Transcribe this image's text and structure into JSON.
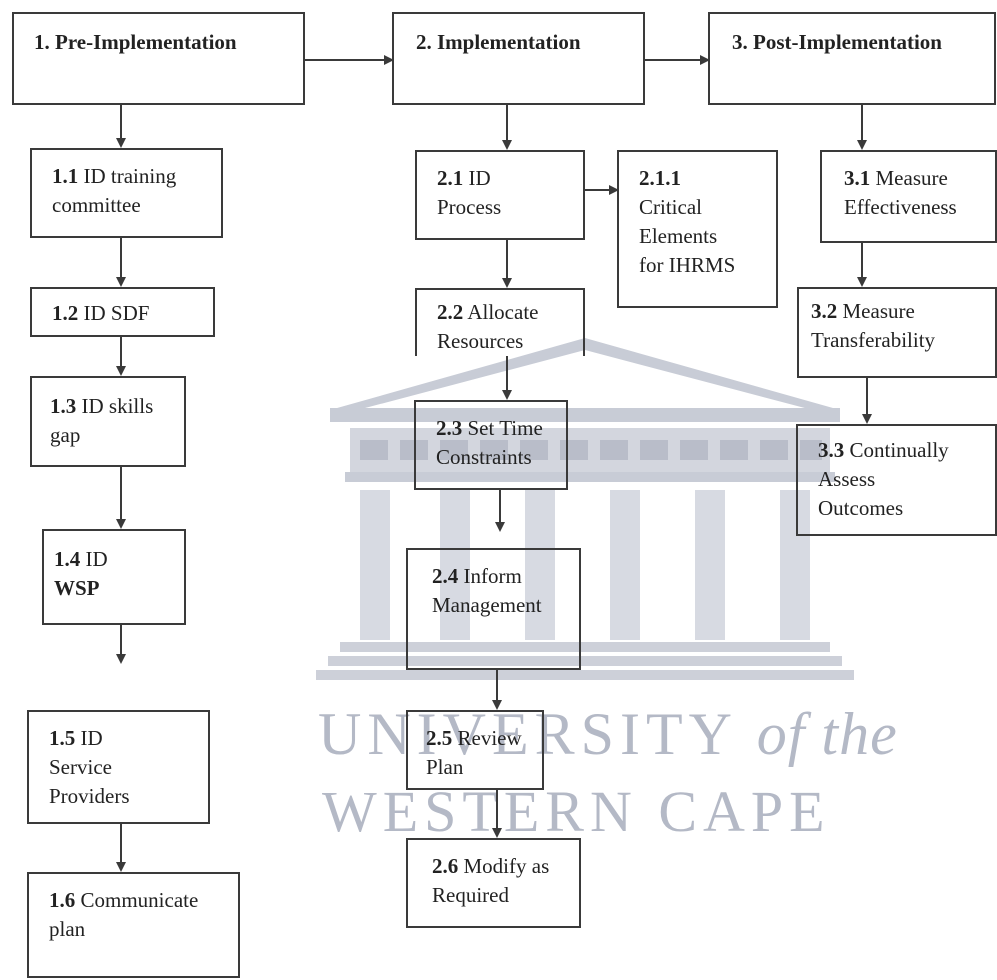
{
  "watermark": {
    "line1": "UNIVERSITY",
    "line1_suffix": "of the",
    "line2": "WESTERN CAPE",
    "color": "#b4b9c6"
  },
  "stages": [
    {
      "num": "1.",
      "label": "Pre-Implementation"
    },
    {
      "num": "2.",
      "label": "Implementation"
    },
    {
      "num": "3.",
      "label": "Post-Implementation"
    }
  ],
  "steps": {
    "s1_1": {
      "num": "1.1",
      "text": "ID training",
      "text2": "committee"
    },
    "s1_2": {
      "num": "1.2",
      "text": "ID SDF"
    },
    "s1_3": {
      "num": "1.3",
      "text": "ID skills",
      "text2": "gap"
    },
    "s1_4": {
      "num": "1.4",
      "text": "ID",
      "text2": "WSP"
    },
    "s1_5": {
      "num": "1.5",
      "text": "ID",
      "text2": "Service",
      "text3": "Providers"
    },
    "s1_6": {
      "num": "1.6",
      "text": "Communicate",
      "text2": "plan"
    },
    "s2_1": {
      "num": "2.1",
      "text": "ID",
      "text2": "Process"
    },
    "s2_1_1": {
      "num": "2.1.1",
      "text": "Critical",
      "text2": "Elements",
      "text3": "for IHRMS"
    },
    "s2_2": {
      "num": "2.2",
      "text": "Allocate",
      "text2": "Resources"
    },
    "s2_3": {
      "num": "2.3",
      "text": "Set Time",
      "text2": "Constraints"
    },
    "s2_4": {
      "num": "2.4",
      "text": "Inform",
      "text2": "Management"
    },
    "s2_5": {
      "num": "2.5",
      "text": "Review",
      "text2": "Plan"
    },
    "s2_6": {
      "num": "2.6",
      "text": "Modify as",
      "text2": "Required"
    },
    "s3_1": {
      "num": "3.1",
      "text": "Measure",
      "text2": "Effectiveness"
    },
    "s3_2": {
      "num": "3.2",
      "text": "Measure",
      "text2": "Transferability"
    },
    "s3_3": {
      "num": "3.3",
      "text": "Continually",
      "text2": "Assess",
      "text3": "Outcomes"
    }
  }
}
